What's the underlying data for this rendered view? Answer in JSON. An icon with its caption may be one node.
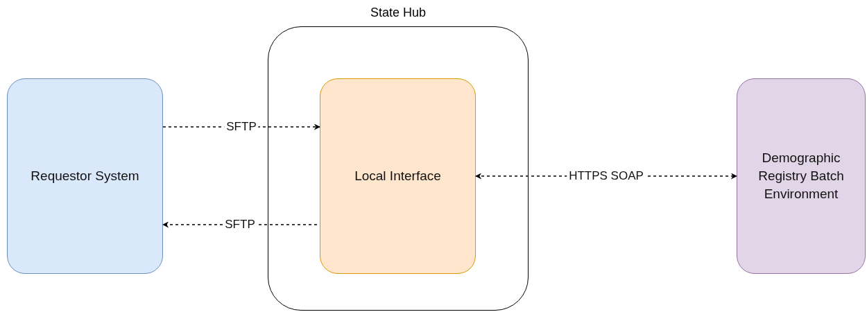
{
  "diagram": {
    "nodes": [
      {
        "text": [
          "Requestor System"
        ]
      },
      {
        "text": [
          "State Hub"
        ]
      },
      {
        "text": [
          "Local Interface"
        ],
        "in": 1
      },
      {
        "text": [
          "Demographic Registry Batch Environment"
        ]
      }
    ],
    "edges": [
      {
        "from": 0,
        "to": 2,
        "arrow": "to",
        "label": "SFTP",
        "style": "dashed"
      },
      {
        "from": 2,
        "to": 0,
        "arrow": "to",
        "label": "SFTP",
        "style": "dashed"
      },
      {
        "from": 2,
        "to": 3,
        "arrow": "both",
        "label": "HTTPS SOAP",
        "style": "dashed"
      }
    ]
  }
}
